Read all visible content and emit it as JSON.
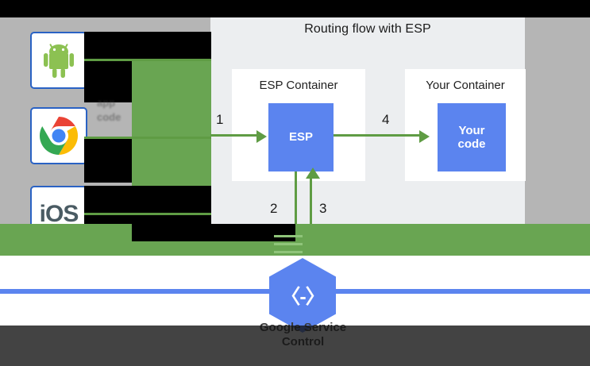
{
  "diagram": {
    "panel_title": "Routing flow with ESP",
    "containers": [
      {
        "label": "ESP Container",
        "box_label": "ESP"
      },
      {
        "label": "Your Container",
        "box_label": "Your\ncode"
      }
    ],
    "box_labels": {
      "esp": "ESP",
      "your_code_line1": "Your",
      "your_code_line2": "code"
    },
    "steps": [
      {
        "number": "1",
        "name": "client-to-esp"
      },
      {
        "number": "2",
        "name": "esp-to-service-control"
      },
      {
        "number": "3",
        "name": "service-control-to-esp"
      },
      {
        "number": "4",
        "name": "esp-to-your-code"
      }
    ],
    "clients": [
      {
        "name": "android",
        "icon": "android-icon",
        "label": ""
      },
      {
        "name": "chrome",
        "icon": "chrome-icon",
        "label": ""
      },
      {
        "name": "ios",
        "icon": "ios-icon",
        "label": "iOS"
      }
    ],
    "ghost_labels": {
      "line1": "app",
      "line2": "code"
    },
    "service_control": {
      "icon": "code-brackets-icon",
      "glyph": "〈-〉",
      "caption_line1": "Google Service",
      "caption_line2": "Control"
    },
    "colors": {
      "arrow_green": "#5f9c44",
      "block_green": "#69a552",
      "box_blue": "#5b84ef",
      "tile_border_blue": "#2a62c4",
      "panel_bg": "#eceef0",
      "page_gray": "#b5b5b5",
      "text_dark": "#1a1a1a"
    }
  }
}
